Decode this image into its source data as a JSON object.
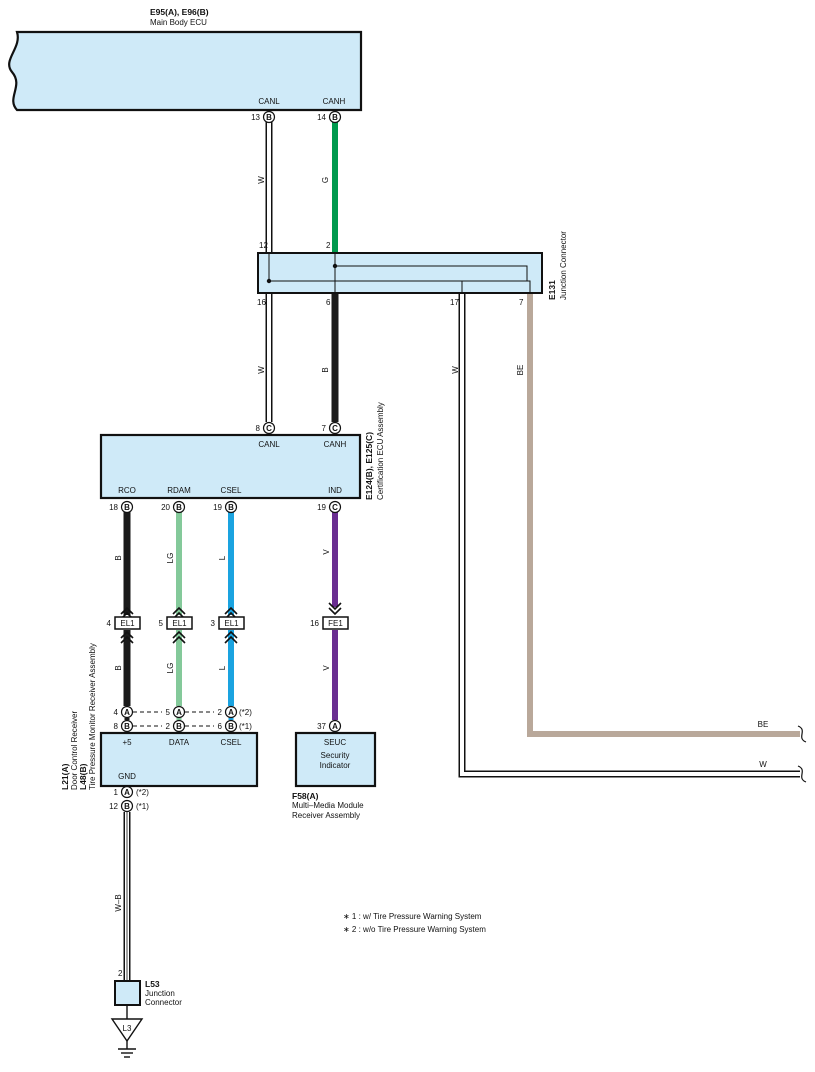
{
  "colors": {
    "box_fill": "#cfeaf8",
    "wire_green": "#009a4e",
    "wire_black": "#1a1a1a",
    "wire_lightgreen": "#84c99a",
    "wire_blue": "#1aa3e0",
    "wire_violet": "#6a2e91",
    "wire_beige": "#b9a89a",
    "wire_white": "#ffffff"
  },
  "main_body_ecu": {
    "ref": "E95(A), E96(B)",
    "name": "Main Body ECU",
    "canl": "CANL",
    "canh": "CANH",
    "canl_pin": "13",
    "canl_conn": "B",
    "canh_pin": "14",
    "canh_conn": "B"
  },
  "junction_e131": {
    "ref": "E131",
    "name": "Junction Connector",
    "pin12": "12",
    "pin2": "2",
    "pin16": "16",
    "pin6": "6",
    "pin17": "17",
    "pin7": "7"
  },
  "cert_ecu": {
    "ref": "E124(B), E125(C)",
    "name": "Certification ECU Assembly",
    "canl": "CANL",
    "canh": "CANH",
    "canl_pin": "8",
    "canl_conn": "C",
    "canh_pin": "7",
    "canh_conn": "C",
    "rco": "RCO",
    "rdam": "RDAM",
    "csel": "CSEL",
    "ind": "IND",
    "rco_pin": "18",
    "rco_conn": "B",
    "rdam_pin": "20",
    "rdam_conn": "B",
    "csel_pin": "19",
    "csel_conn": "B",
    "ind_pin": "19",
    "ind_conn": "C"
  },
  "wire_labels": {
    "canl_upper": "W",
    "canh_upper": "G",
    "canl_lower": "W",
    "canh_lower": "B",
    "w17": "W",
    "be7": "BE",
    "rco_upper": "B",
    "rdam_upper": "LG",
    "csel_upper": "L",
    "ind_upper": "V",
    "rco_lower": "B",
    "rdam_lower": "LG",
    "csel_lower": "L",
    "ind_lower": "V",
    "gnd": "W–B",
    "be_right": "BE",
    "w_right": "W"
  },
  "inline_connectors": {
    "el1_a_pin": "4",
    "el1_a": "EL1",
    "el1_b_pin": "5",
    "el1_b": "EL1",
    "el1_c_pin": "3",
    "el1_c": "EL1",
    "fe1_pin": "16",
    "fe1": "FE1"
  },
  "receiver": {
    "ref": "L21(A)",
    "name1": "Door Control Receiver",
    "ref2": "L48(B)",
    "name2": "Tire Pressure Monitor Receiver Assembly",
    "p5": "+5",
    "data": "DATA",
    "csel": "CSEL",
    "gnd": "GND",
    "a_p5": "4",
    "a_data": "5",
    "a_csel": "2",
    "a_conn": "A",
    "a_note": "(*2)",
    "b_p5": "8",
    "b_data": "2",
    "b_csel": "6",
    "b_conn": "B",
    "b_note": "(*1)",
    "gnd_a_pin": "1",
    "gnd_a_conn": "A",
    "gnd_a_note": "(*2)",
    "gnd_b_pin": "12",
    "gnd_b_conn": "B",
    "gnd_b_note": "(*1)"
  },
  "multimedia": {
    "ref": "F58(A)",
    "name1": "Multi–Media Module",
    "name2": "Receiver Assembly",
    "seuc": "SEUC",
    "inner1": "Security",
    "inner2": "Indicator",
    "pin": "37",
    "conn": "A"
  },
  "junction_l53": {
    "ref": "L53",
    "name1": "Junction",
    "name2": "Connector",
    "pin": "2"
  },
  "ground": {
    "ref": "L3"
  },
  "notes": [
    "∗ 1 : w/ Tire Pressure Warning System",
    "∗ 2 : w/o Tire Pressure Warning System"
  ]
}
